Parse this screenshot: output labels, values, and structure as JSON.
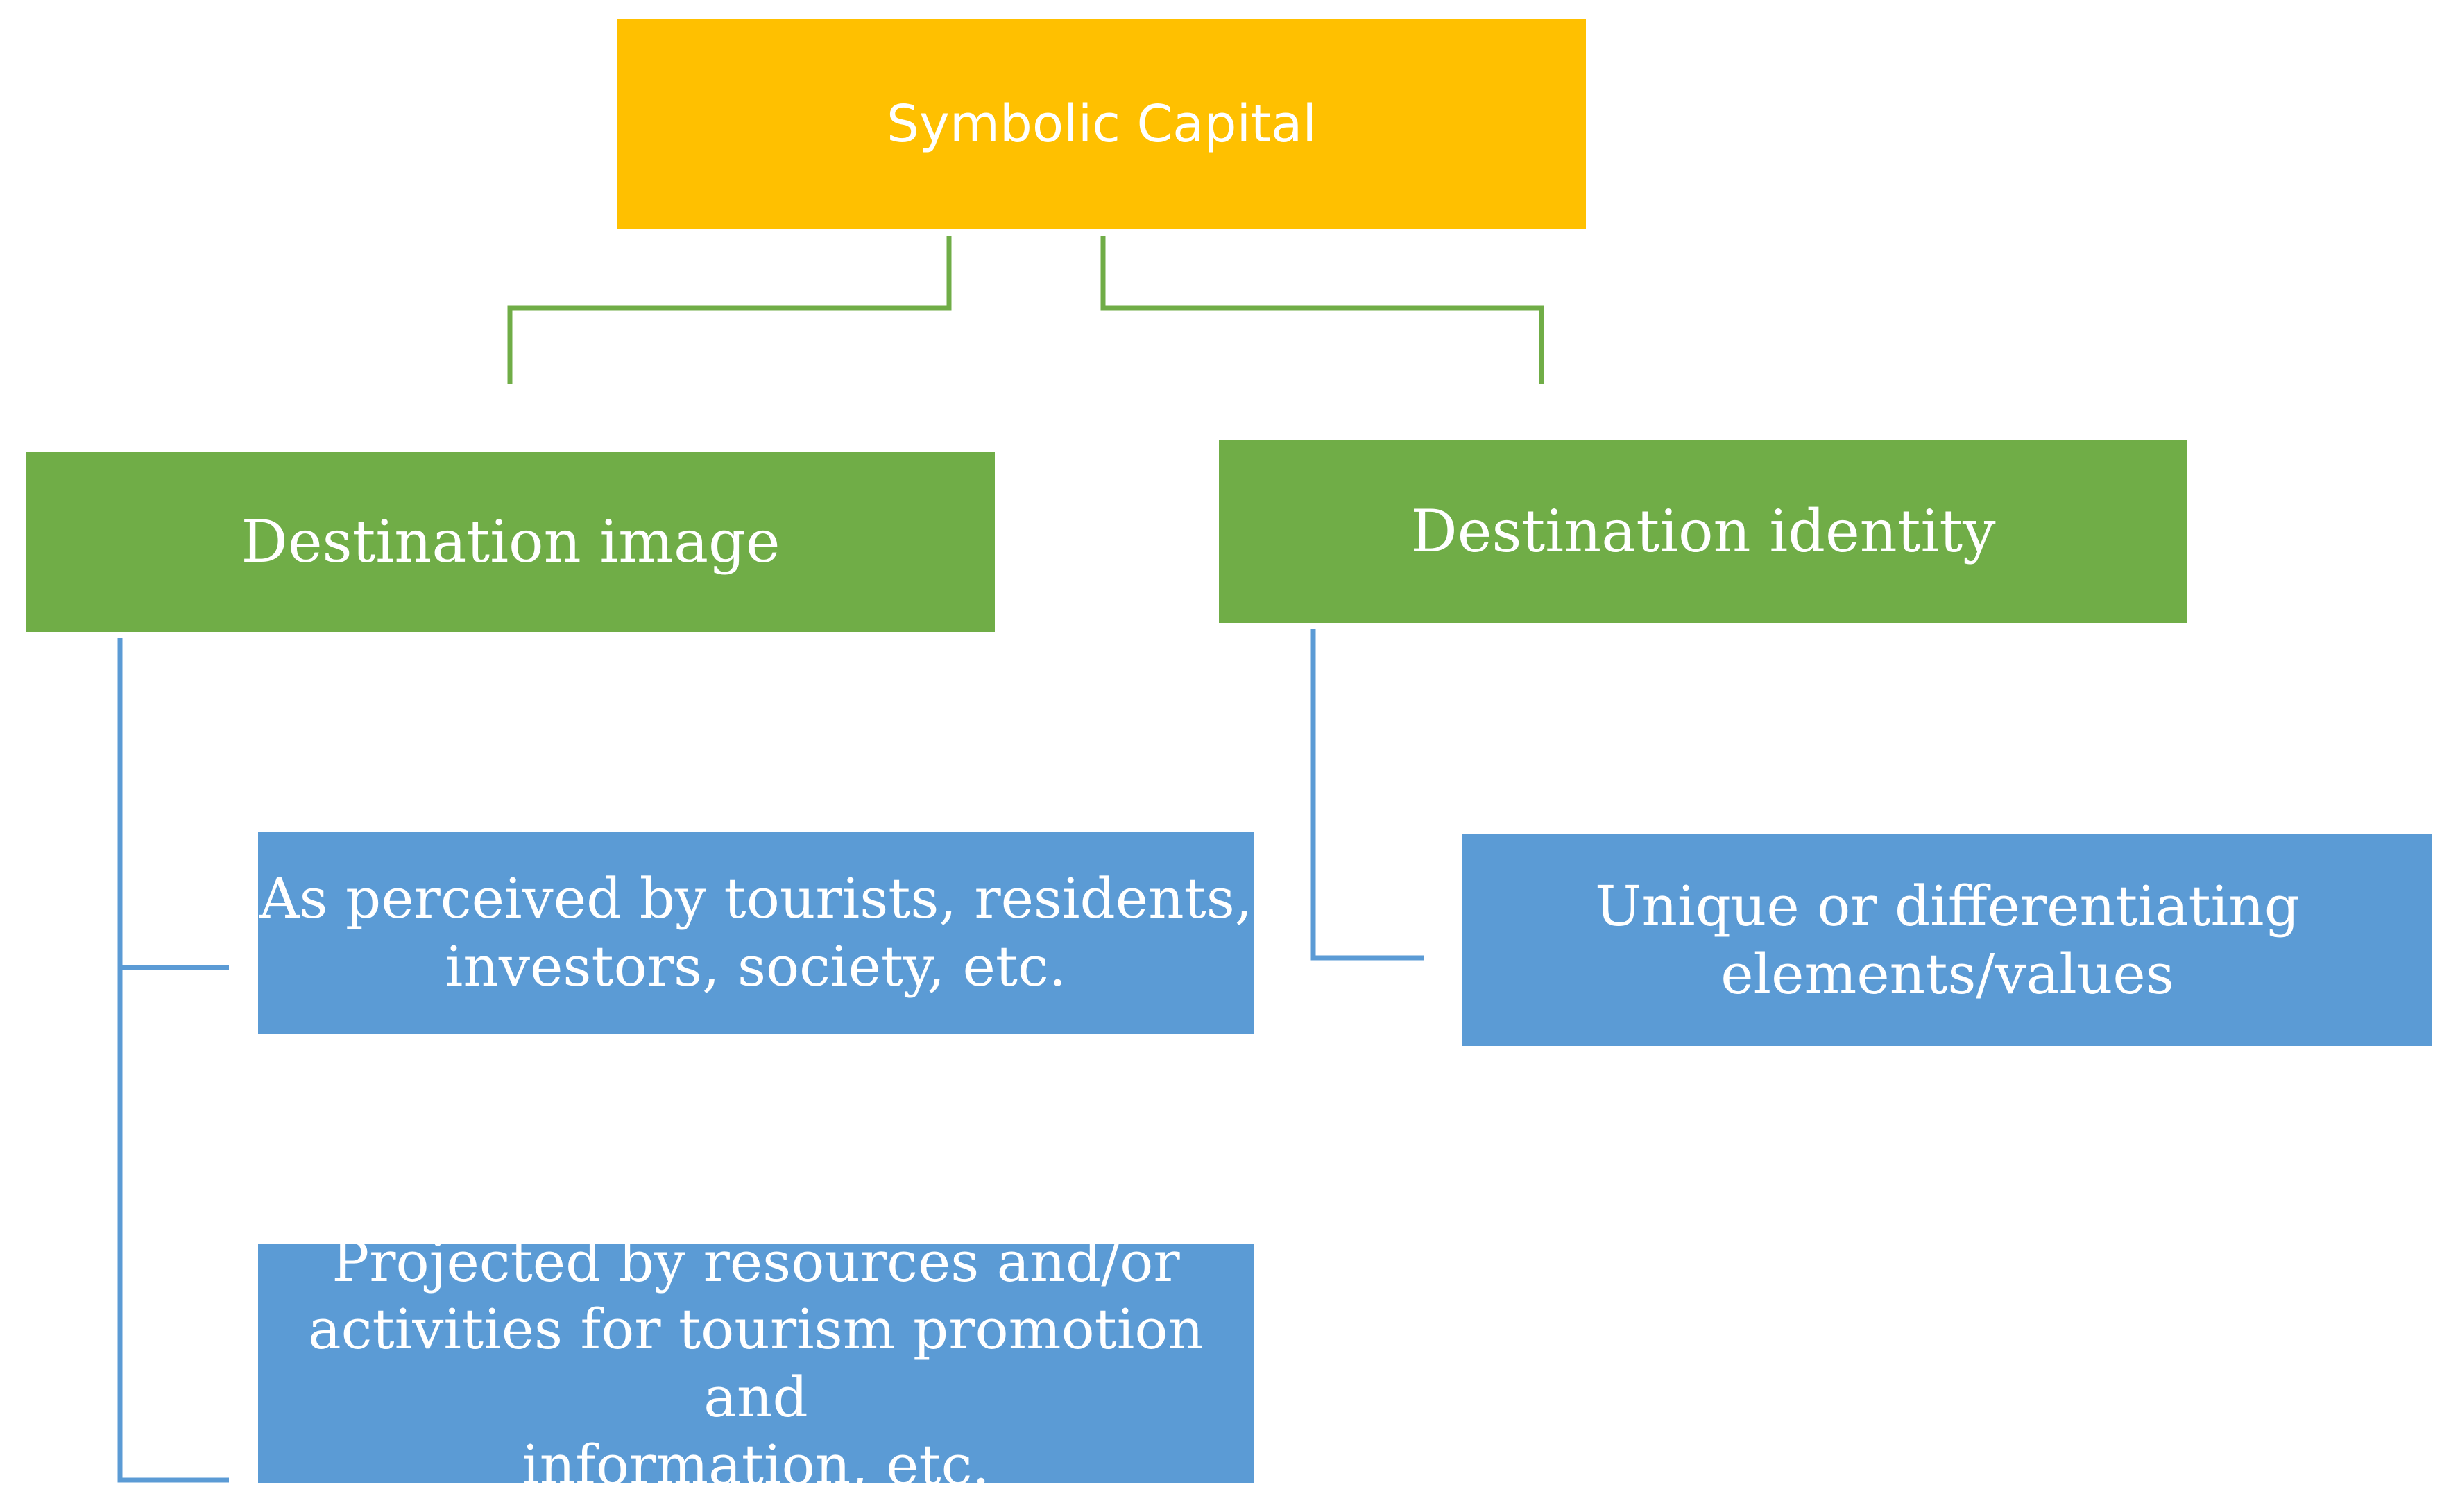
{
  "diagram": {
    "root": {
      "label": "Symbolic Capital"
    },
    "branches": [
      {
        "label": "Destination image",
        "children": [
          {
            "label": "As perceived by tourists, residents,\ninvestors, society, etc."
          },
          {
            "label": "Projected by resources and/or\nactivities for tourism promotion and\ninformation, etc."
          }
        ]
      },
      {
        "label": "Destination identity",
        "children": [
          {
            "label": "Unique or differentiating\nelements/values"
          }
        ]
      }
    ]
  },
  "colors": {
    "root_fill": "#FFC000",
    "branch_fill": "#70AD47",
    "leaf_fill": "#5B9BD5",
    "root_connector": "#70AD47",
    "leaf_connector": "#5B9BD5",
    "text": "#FFFFFF"
  }
}
